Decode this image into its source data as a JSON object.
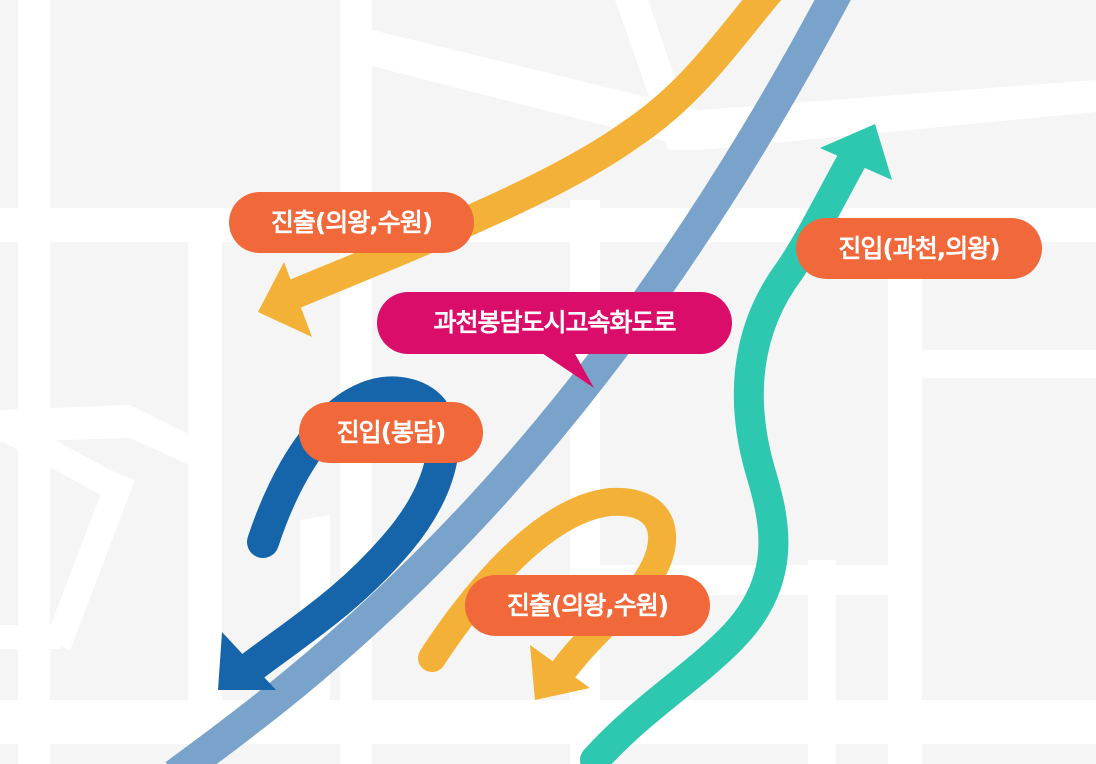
{
  "map": {
    "colors": {
      "background": "#f5f5f5",
      "road": "#ffffff",
      "highway": "#7aa3cb",
      "exit_route": "#f3b237",
      "entry_route_bongdam": "#1664aa",
      "entry_route_gwacheon": "#2ec7b0",
      "label_orange": "#f1683b",
      "label_magenta": "#db0d6b"
    },
    "labels": {
      "exit_top": "진출(의왕,수원)",
      "highway": "과천봉담도시고속화도로",
      "entry_right": "진입(과천,의왕)",
      "entry_bongdam": "진입(봉담)",
      "exit_bottom": "진출(의왕,수원)"
    },
    "routes": [
      {
        "id": "highway",
        "kind": "highway"
      },
      {
        "id": "exit-top",
        "kind": "exit",
        "arrow": "arrowhead-left-icon"
      },
      {
        "id": "entry-bongdam",
        "kind": "entry",
        "arrow": "arrowhead-down-left-icon"
      },
      {
        "id": "exit-bottom",
        "kind": "exit",
        "arrow": "arrowhead-down-icon"
      },
      {
        "id": "entry-right",
        "kind": "entry",
        "arrow": "arrowhead-up-icon"
      }
    ]
  }
}
